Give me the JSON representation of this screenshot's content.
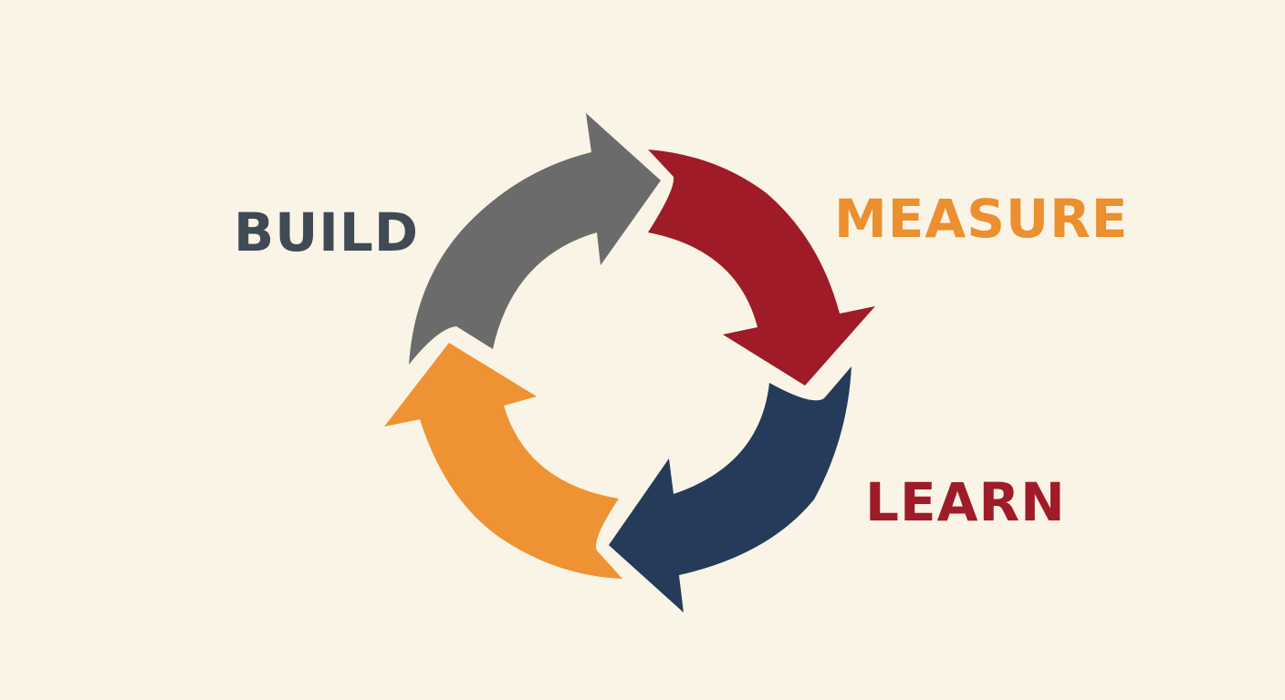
{
  "labels": {
    "build": "BUILD",
    "measure": "MEASURE",
    "learn": "LEARN"
  },
  "colors": {
    "background": "#f9f4e6",
    "build_text": "#3f4a55",
    "measure_text": "#ec8f2e",
    "learn_text": "#9f1b28",
    "arrow_gray": "#6b6b6b",
    "arrow_red": "#9f1b28",
    "arrow_navy": "#253b59",
    "arrow_orange": "#ef9233"
  }
}
